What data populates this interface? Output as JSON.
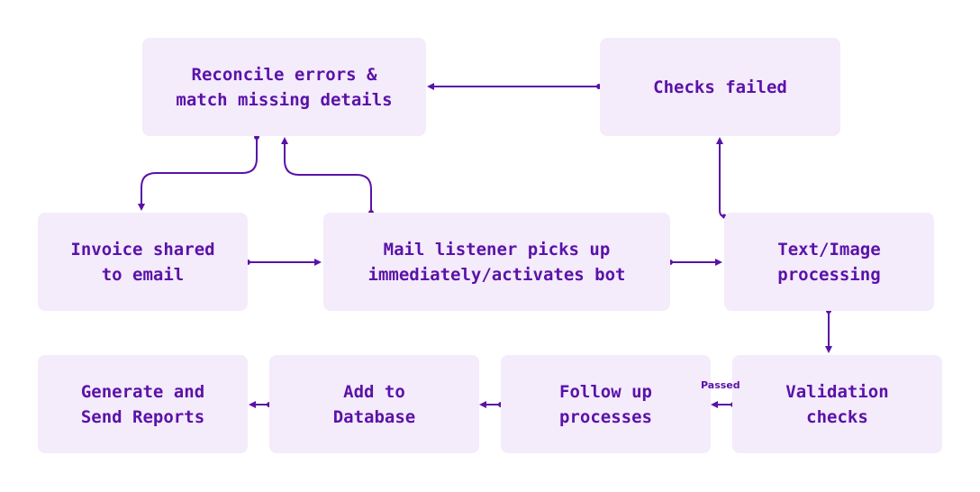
{
  "colors": {
    "node_fill": "#f4ebfb",
    "text": "#5a12a8",
    "line": "#5a12a8"
  },
  "nodes": {
    "reconcile": "Reconcile errors &\nmatch missing details",
    "checks_failed": "Checks failed",
    "invoice": "Invoice shared\nto email",
    "mail_listener": "Mail listener picks up\nimmediately/activates bot",
    "text_image": "Text/Image\nprocessing",
    "validation": "Validation\nchecks",
    "follow_up": "Follow up\nprocesses",
    "add_db": "Add to\nDatabase",
    "reports": "Generate and\nSend Reports"
  },
  "edge_labels": {
    "passed": "Passed"
  }
}
